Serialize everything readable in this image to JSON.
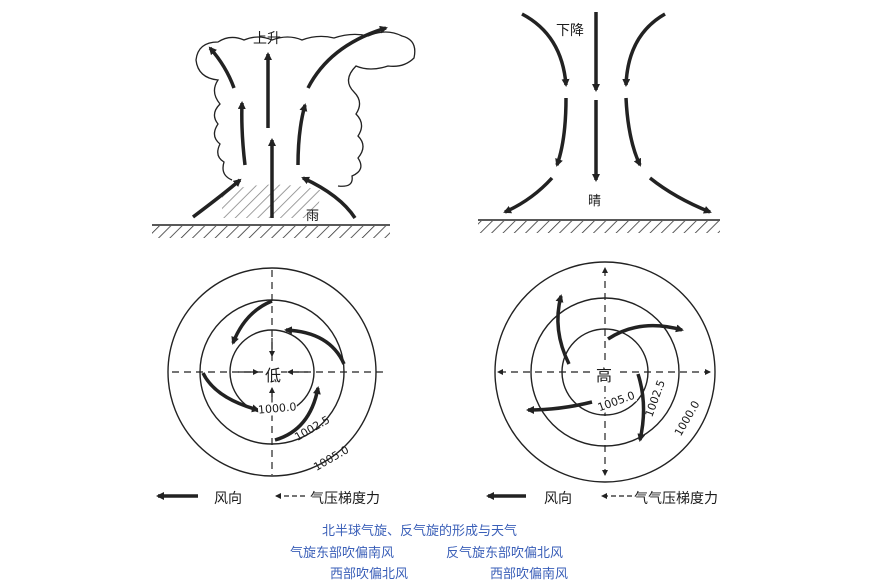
{
  "title": "北半球气旋、反气旋的形成与天气",
  "cyclone": {
    "updraft_label": "上升",
    "rain_label": "雨",
    "center_label": "低",
    "isobars": [
      "1000.0",
      "1002.5",
      "1005.0"
    ],
    "legend": {
      "wind": "风向",
      "pgf": "气压梯度力"
    }
  },
  "anticyclone": {
    "downdraft_label": "下降",
    "clear_label": "晴",
    "center_label": "高",
    "isobars": [
      "1005.0",
      "1002.5",
      "1000.0"
    ],
    "legend": {
      "wind": "风向",
      "pgf": "气气压梯度力"
    }
  },
  "caption": {
    "line1": "北半球气旋、反气旋的形成与天气",
    "line2_left": "气旋东部吹偏南风",
    "line2_right": "反气旋东部吹偏北风",
    "line3_left": "西部吹偏北风",
    "line3_right": "西部吹偏南风"
  },
  "colors": {
    "ink": "#1a1a1a",
    "caption": "#3a5fb8"
  }
}
